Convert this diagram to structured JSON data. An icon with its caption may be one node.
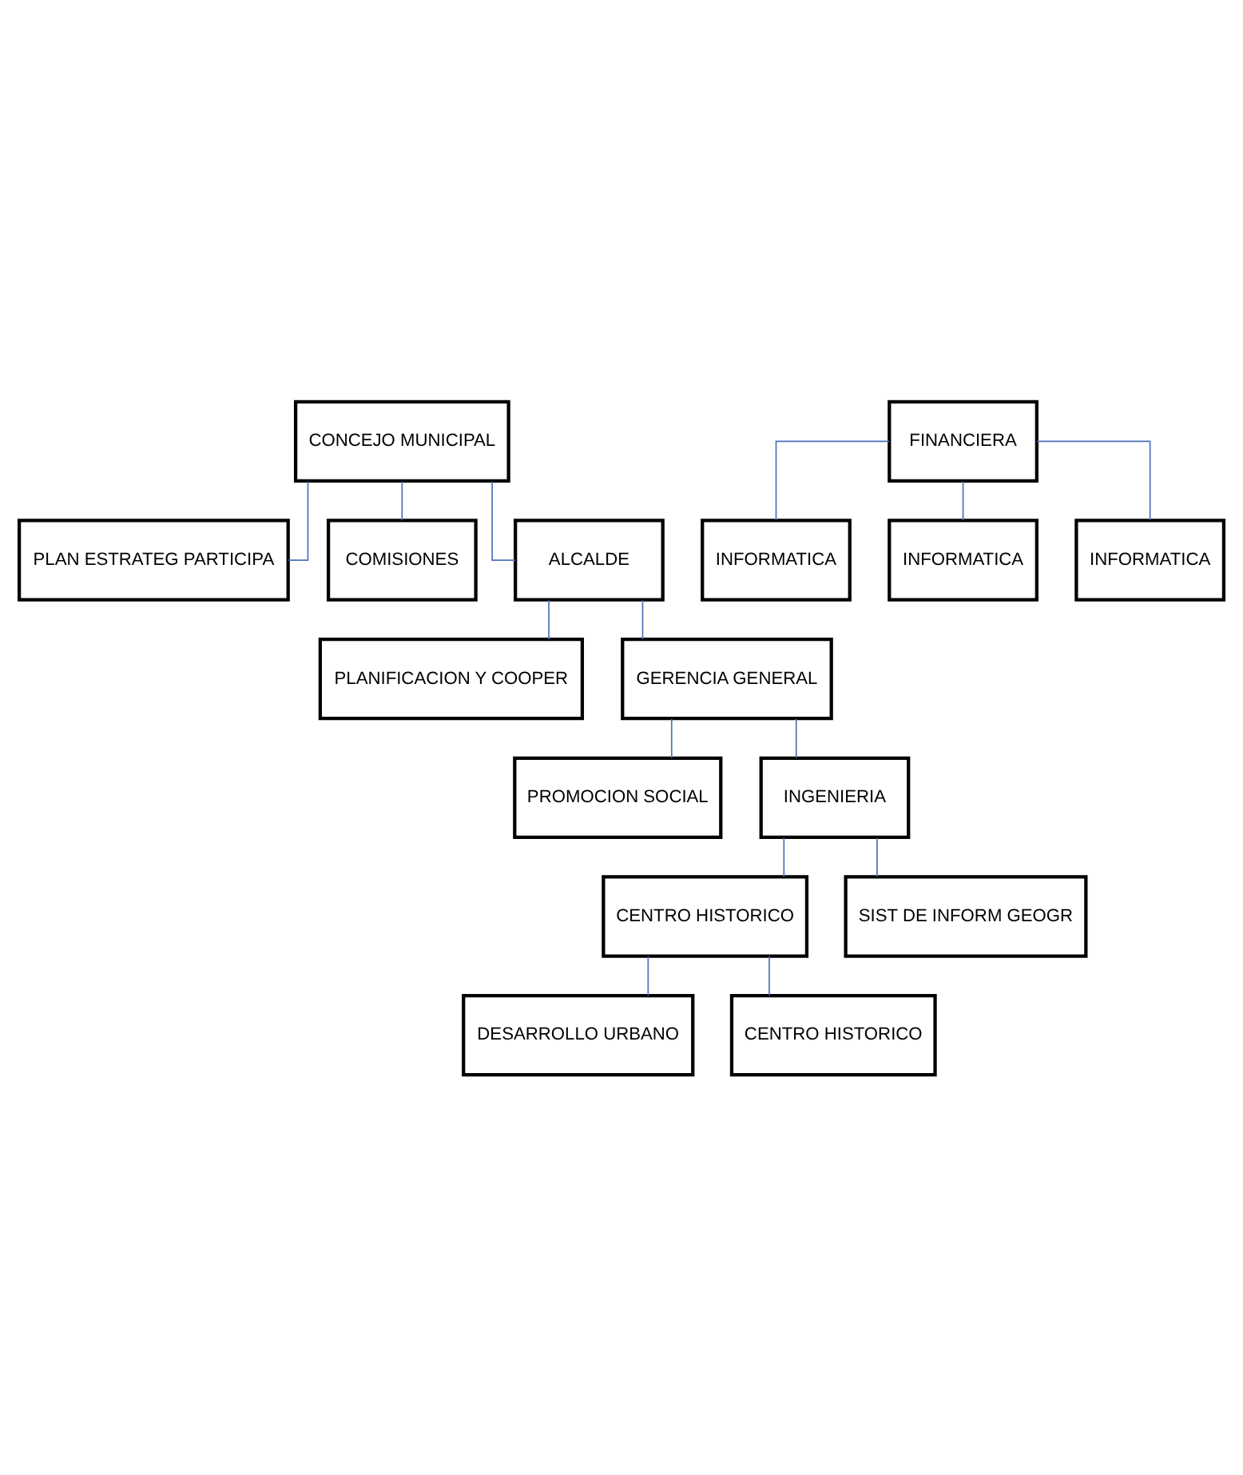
{
  "diagram": {
    "nodes": [
      {
        "text": [
          "CONCEJO MUNICIPAL"
        ]
      },
      {
        "text": [
          "PLAN ESTRATEG PARTICIPA"
        ]
      },
      {
        "text": [
          "COMISIONES"
        ]
      },
      {
        "text": [
          "ALCALDE"
        ]
      },
      {
        "text": [
          "PLANIFICACION Y COOPER"
        ]
      },
      {
        "text": [
          "GERENCIA GENERAL"
        ]
      },
      {
        "text": [
          "PROMOCION SOCIAL"
        ]
      },
      {
        "text": [
          "INGENIERIA"
        ]
      },
      {
        "text": [
          "FINANCIERA"
        ]
      },
      {
        "text": [
          "CENTRO HISTORICO"
        ]
      },
      {
        "text": [
          "DESARROLLO URBANO"
        ]
      },
      {
        "text": [
          "CENTRO HISTORICO"
        ]
      },
      {
        "text": [
          "SIST DE INFORM GEOGR"
        ]
      },
      {
        "text": [
          "INFORMATICA"
        ]
      },
      {
        "text": [
          "INFORMATICA"
        ]
      },
      {
        "text": [
          "INFORMATICA"
        ]
      }
    ],
    "edges": [
      {
        "from": 0,
        "to": 3,
        "arrow": "none"
      },
      {
        "from": 0,
        "to": 1,
        "arrow": "none"
      },
      {
        "from": 0,
        "to": 2,
        "arrow": "none"
      },
      {
        "from": 3,
        "to": 4,
        "arrow": "none"
      },
      {
        "from": 3,
        "to": 5,
        "arrow": "none"
      },
      {
        "from": 5,
        "to": 6,
        "arrow": "none"
      },
      {
        "from": 5,
        "to": 7,
        "arrow": "none"
      },
      {
        "from": 7,
        "to": 9,
        "arrow": "none"
      },
      {
        "from": 7,
        "to": 12,
        "arrow": "none"
      },
      {
        "from": 9,
        "to": 10,
        "arrow": "none"
      },
      {
        "from": 9,
        "to": 11,
        "arrow": "none"
      },
      {
        "from": 8,
        "to": 13,
        "arrow": "none"
      },
      {
        "from": 8,
        "to": 14,
        "arrow": "none"
      },
      {
        "from": 8,
        "to": 15,
        "arrow": "none"
      }
    ]
  }
}
